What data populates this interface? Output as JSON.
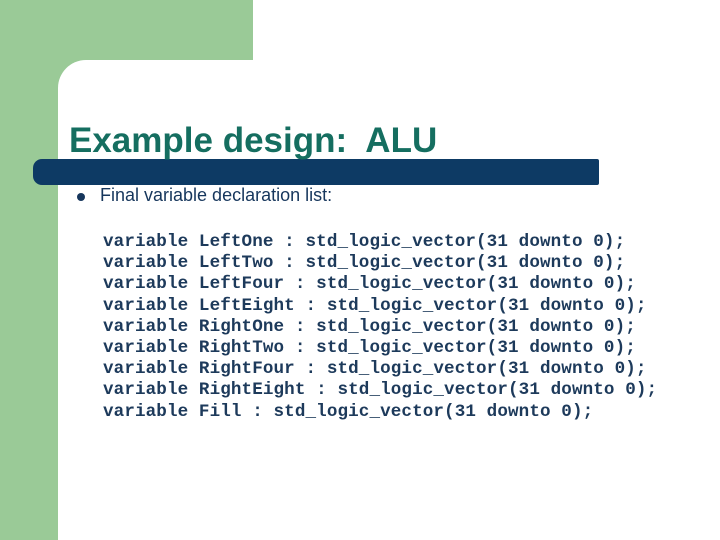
{
  "slide": {
    "title": "Example design:  ALU",
    "bullet": {
      "label": "Final variable declaration list:"
    },
    "code_lines": [
      "variable LeftOne : std_logic_vector(31 downto 0);",
      "variable LeftTwo : std_logic_vector(31 downto 0);",
      "variable LeftFour : std_logic_vector(31 downto 0);",
      "variable LeftEight : std_logic_vector(31 downto 0);",
      "variable RightOne : std_logic_vector(31 downto 0);",
      "variable RightTwo : std_logic_vector(31 downto 0);",
      "variable RightFour : std_logic_vector(31 downto 0);",
      "variable RightEight : std_logic_vector(31 downto 0);",
      "variable Fill : std_logic_vector(31 downto 0);"
    ]
  },
  "colors": {
    "background_green": "#9ACA97",
    "card_white": "#FFFFFF",
    "divider_navy": "#0D3A64",
    "title_teal": "#156E60",
    "body_navy": "#16365C",
    "code_navy": "#1D3A5B"
  }
}
